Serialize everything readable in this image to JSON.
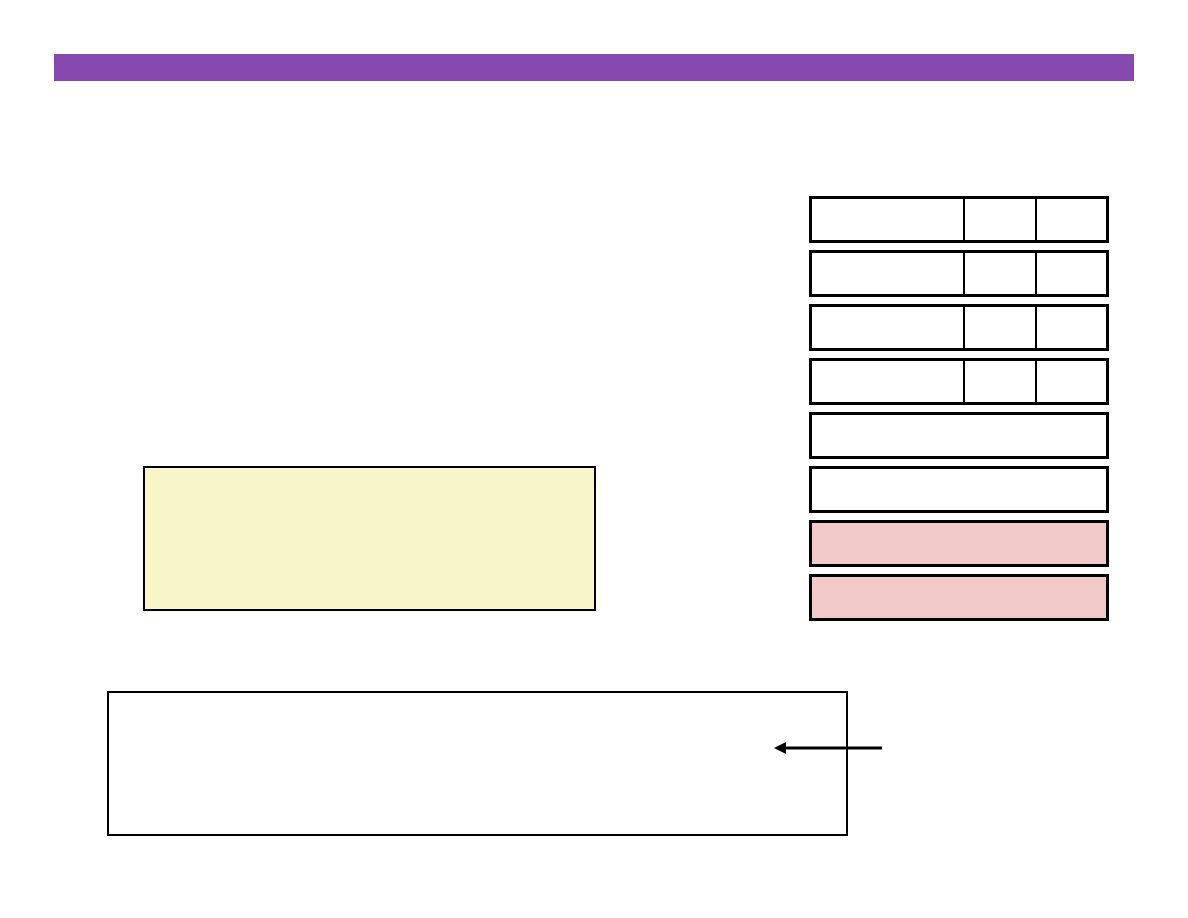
{
  "slide": {
    "accent_color": "#8549B0"
  },
  "table": {
    "rows": [
      {
        "type": "three-cell",
        "fill": "#FFFFFF"
      },
      {
        "type": "three-cell",
        "fill": "#FFFFFF"
      },
      {
        "type": "three-cell",
        "fill": "#FFFFFF"
      },
      {
        "type": "three-cell",
        "fill": "#FFFFFF"
      },
      {
        "type": "single-cell",
        "fill": "#FFFFFF"
      },
      {
        "type": "single-cell",
        "fill": "#FFFFFF"
      },
      {
        "type": "single-cell",
        "fill": "#F2C9C9"
      },
      {
        "type": "single-cell",
        "fill": "#F2C9C9"
      }
    ]
  },
  "note_box": {
    "fill": "#F8F5C8"
  },
  "bottom_box": {
    "fill": "#FFFFFF"
  },
  "arrow": {
    "icon": "left-arrow-icon",
    "direction": "left"
  }
}
